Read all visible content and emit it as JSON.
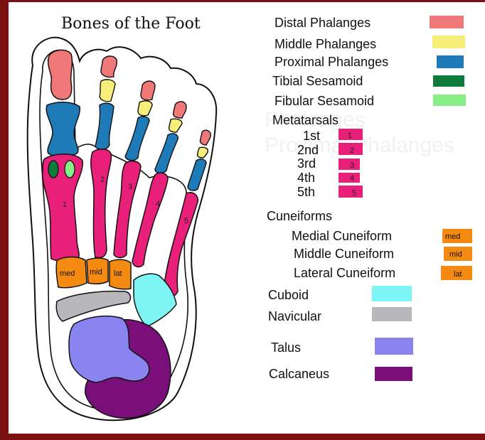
{
  "title": "Bones of the Foot",
  "colors": {
    "distal": "#f07878",
    "middle": "#f7ee7a",
    "proximal": "#1f7bb8",
    "tibial_sesamoid": "#0e7a3c",
    "fibular_sesamoid": "#88ee88",
    "metatarsal": "#e8207a",
    "cuneiform": "#f58a12",
    "cuboid": "#7ef5f5",
    "navicular": "#b8b8bc",
    "talus": "#8a84f0",
    "calcaneus": "#7a0f7a",
    "frame": "#7a1010"
  },
  "legend": {
    "distal": "Distal Phalanges",
    "middle": "Middle Phalanges",
    "proximal": "Proximal Phalanges",
    "tibial": "Tibial Sesamoid",
    "fibular": "Fibular Sesamoid",
    "metatarsals": "Metatarsals",
    "meta_items": [
      {
        "label": "1st",
        "num": "1"
      },
      {
        "label": "2nd",
        "num": "2"
      },
      {
        "label": "3rd",
        "num": "3"
      },
      {
        "label": "4th",
        "num": "4"
      },
      {
        "label": "5th",
        "num": "5"
      }
    ],
    "cuneiforms": "Cuneiforms",
    "cune_items": [
      {
        "label": "Medial Cuneiform",
        "abbr": "med"
      },
      {
        "label": "Middle Cuneiform",
        "abbr": "mid"
      },
      {
        "label": "Lateral Cuneiform",
        "abbr": "lat"
      }
    ],
    "cuboid": "Cuboid",
    "navicular": "Navicular",
    "talus": "Talus",
    "calcaneus": "Calcaneus"
  },
  "foot_labels": {
    "m1": "1",
    "m2": "2",
    "m3": "3",
    "m4": "4",
    "m5": "5",
    "med": "med",
    "mid": "mid",
    "lat": "lat"
  }
}
